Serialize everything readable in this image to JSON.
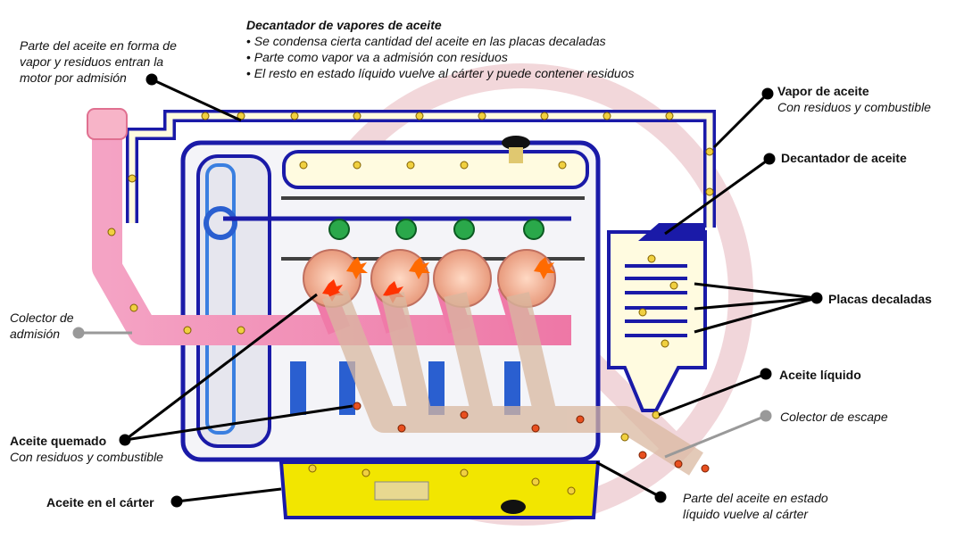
{
  "note": {
    "title": "Decantador de vapores de aceite",
    "bullets": [
      "Se condensa cierta cantidad del aceite en las placas decaladas",
      "Parte como vapor va a admisión con residuos",
      "El resto en estado líquido vuelve al cárter y puede contener residuos"
    ]
  },
  "labels": {
    "intake_entry": [
      "Parte del aceite en forma de",
      "vapor y residuos entran la",
      "motor por admisión"
    ],
    "vapor_title": "Vapor de aceite",
    "vapor_sub": "Con residuos y combustible",
    "decanter": "Decantador de aceite",
    "plates": "Placas decaladas",
    "intake_manifold": [
      "Colector de",
      "admisión"
    ],
    "liquid_oil": "Aceite líquido",
    "exhaust_manifold": "Colector de escape",
    "burned_title": "Aceite quemado",
    "burned_sub": "Con residuos y combustible",
    "sump": "Aceite en el cárter",
    "return": [
      "Parte del aceite en estado",
      "líquido vuelve al cárter"
    ]
  },
  "colors": {
    "engine_blue": "#1a1aa8",
    "intake_pink": "#f07aa8",
    "sump_yellow": "#f2e600",
    "oil_gold": "#c8a800",
    "fire_orange": "#ff6a00",
    "watermark": "#e8b4bc"
  }
}
